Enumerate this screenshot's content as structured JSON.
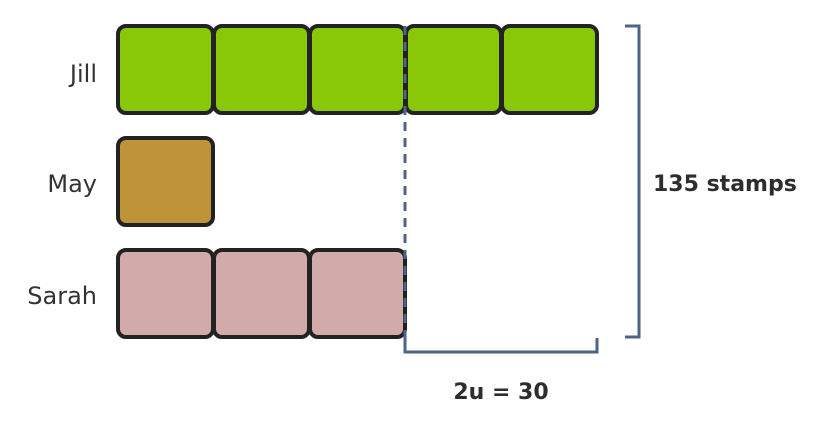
{
  "rows": [
    {
      "label": "Jill",
      "units": 5,
      "color": "#88c808"
    },
    {
      "label": "May",
      "units": 1,
      "color": "#bf9338"
    },
    {
      "label": "Sarah",
      "units": 3,
      "color": "#d2aaa9"
    }
  ],
  "annotations": {
    "total": "135 stamps",
    "difference": "2u = 30"
  },
  "colors": {
    "bracket": "#4d6585",
    "outline": "#222222"
  }
}
